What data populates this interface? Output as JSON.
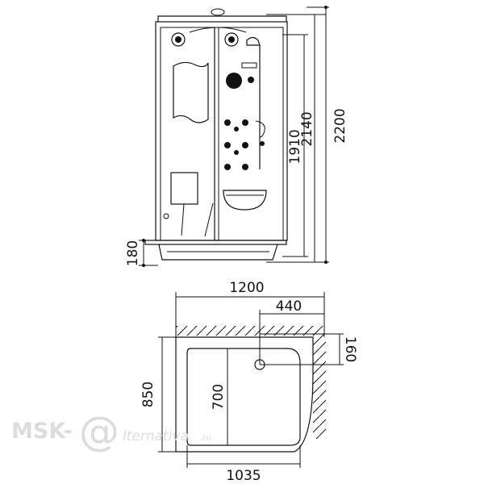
{
  "front_view": {
    "dimensions": {
      "height_total": "2200",
      "height_frame": "2140",
      "height_panel": "1910",
      "height_tray": "180"
    }
  },
  "plan_view": {
    "dimensions": {
      "width_total": "1200",
      "drain_offset_x": "440",
      "drain_offset_y": "160",
      "depth_total": "850",
      "tray_inner_depth": "700",
      "tray_width": "1035"
    }
  },
  "watermark": {
    "text_left": "MSK-",
    "text_at": "@",
    "text_right": "lternativa",
    "text_suffix": ".ru"
  },
  "colors": {
    "line": "#111111",
    "watermark": "#dcdcdc"
  }
}
